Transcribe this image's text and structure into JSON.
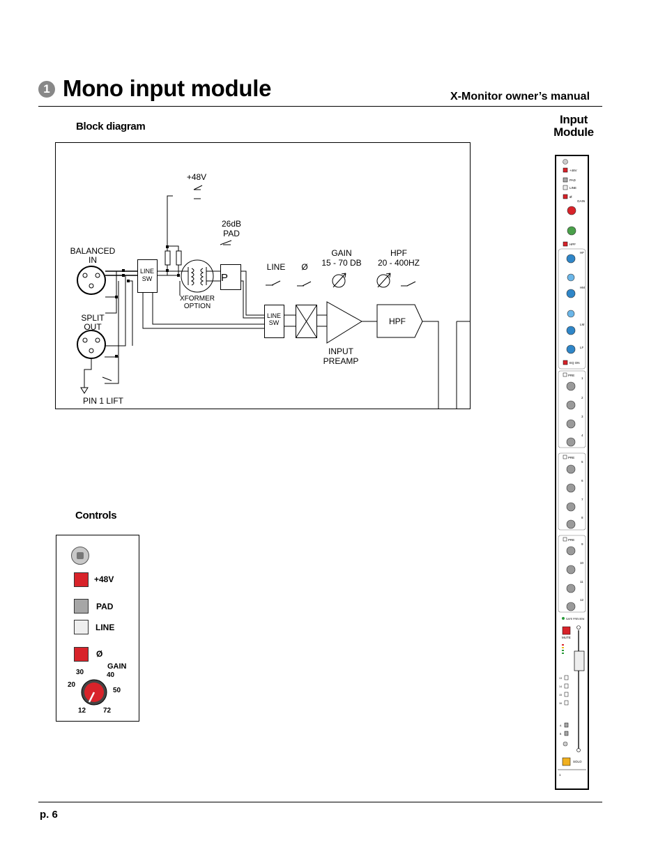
{
  "header": {
    "section_number": "1",
    "title": "Mono input module",
    "manual_title": "X-Monitor owner’s manual"
  },
  "sections": {
    "block_diagram": "Block diagram",
    "controls": "Controls",
    "input_module_line1": "Input",
    "input_module_line2": "Module"
  },
  "diagram": {
    "plus48v": "+48V",
    "pad_26db": "26dB",
    "pad": "PAD",
    "balanced": "BALANCED",
    "in": "IN",
    "line_sw_top": "LINE",
    "line_sw_bottom": "SW",
    "p": "P",
    "line": "LINE",
    "phase": "Ø",
    "gain": "GAIN",
    "gain_range": "15 - 70 DB",
    "hpf_label": "HPF",
    "hpf_range": "20 - 400HZ",
    "xformer": "XFORMER",
    "option": "OPTION",
    "split": "SPLIT",
    "out": "OUT",
    "line_sw2_top": "LINE",
    "line_sw2_bottom": "SW",
    "hpf_box": "HPF",
    "input": "INPUT",
    "preamp": "PREAMP",
    "pin1_lift": "PIN 1 LIFT"
  },
  "controls": {
    "btn_48v": "+48V",
    "btn_pad": "PAD",
    "btn_line": "LINE",
    "btn_phase": "Ø",
    "gain_label": "GAIN",
    "tick_30": "30",
    "tick_40": "40",
    "tick_20": "20",
    "tick_50": "50",
    "tick_12": "12",
    "tick_72": "72",
    "colors": {
      "red": "#d8232a",
      "gray": "#a6a6a6",
      "light": "#eeeeee"
    }
  },
  "strip": {
    "plus48v": "+48V",
    "pad": "PAD",
    "line": "LINE",
    "phase": "Ø",
    "gain": "GAIN",
    "hpf": "HPF",
    "hf": "HF",
    "hm": "HM",
    "lm": "LM",
    "lf": "LF",
    "eq_on": "EQ ON",
    "pre": "PRE",
    "sends": [
      "1",
      "2",
      "3",
      "4",
      "5",
      "6",
      "7",
      "8",
      "9",
      "10",
      "11",
      "12"
    ],
    "safe_preview": "SAFE PREVIEW",
    "mute": "MUTE",
    "assign": [
      "13",
      "14",
      "15",
      "16"
    ],
    "a": "A",
    "b": "B",
    "solo": "SOLO",
    "channel": "1",
    "knob_colors": {
      "gain": "#d8232a",
      "hpf": "#4aa04a",
      "eq": "#2f86c8",
      "send": "#9a9a9a"
    }
  },
  "footer": {
    "page": "p. 6"
  }
}
